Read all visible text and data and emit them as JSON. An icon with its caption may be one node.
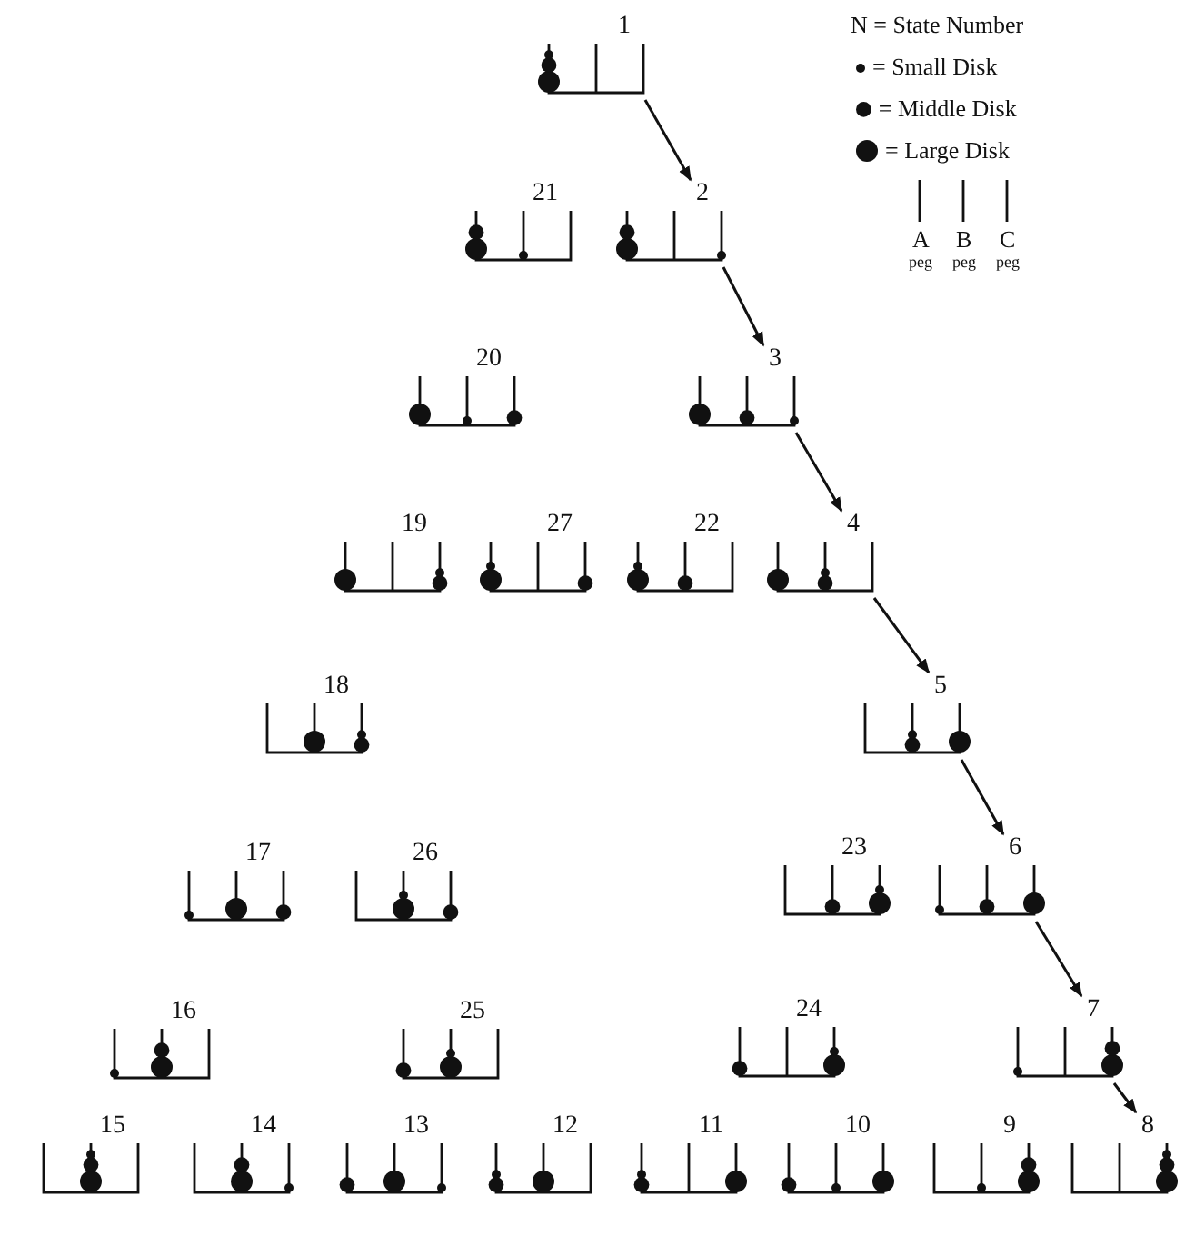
{
  "diagram": {
    "nodes": [
      {
        "text": [
          "1"
        ]
      },
      {
        "text": [
          "21"
        ]
      },
      {
        "text": [
          "2"
        ]
      },
      {
        "text": [
          "20"
        ]
      },
      {
        "text": [
          "3"
        ]
      },
      {
        "text": [
          "19"
        ]
      },
      {
        "text": [
          "27"
        ]
      },
      {
        "text": [
          "22"
        ]
      },
      {
        "text": [
          "4"
        ]
      },
      {
        "text": [
          "18"
        ]
      },
      {
        "text": [
          "5"
        ]
      },
      {
        "text": [
          "17"
        ]
      },
      {
        "text": [
          "26"
        ]
      },
      {
        "text": [
          "23"
        ]
      },
      {
        "text": [
          "6"
        ]
      },
      {
        "text": [
          "16"
        ]
      },
      {
        "text": [
          "25"
        ]
      },
      {
        "text": [
          "24"
        ]
      },
      {
        "text": [
          "7"
        ]
      },
      {
        "text": [
          "15"
        ]
      },
      {
        "text": [
          "14"
        ]
      },
      {
        "text": [
          "13"
        ]
      },
      {
        "text": [
          "12"
        ]
      },
      {
        "text": [
          "11"
        ]
      },
      {
        "text": [
          "10"
        ]
      },
      {
        "text": [
          "9"
        ]
      },
      {
        "text": [
          "8"
        ]
      }
    ],
    "edges": [
      {
        "from": 0,
        "to": 2,
        "arrow": "to"
      },
      {
        "from": 2,
        "to": 4,
        "arrow": "to"
      },
      {
        "from": 4,
        "to": 8,
        "arrow": "to"
      },
      {
        "from": 8,
        "to": 10,
        "arrow": "to"
      },
      {
        "from": 10,
        "to": 14,
        "arrow": "to"
      },
      {
        "from": 14,
        "to": 18,
        "arrow": "to"
      },
      {
        "from": 18,
        "to": 26,
        "arrow": "to"
      }
    ],
    "labels": [
      "N = State Number",
      "A",
      "B",
      "C",
      "peg",
      "peg",
      "peg"
    ],
    "legend": [
      {
        "text": "= Small Disk"
      },
      {
        "text": "= Middle Disk"
      },
      {
        "text": "= Large Disk"
      }
    ]
  }
}
